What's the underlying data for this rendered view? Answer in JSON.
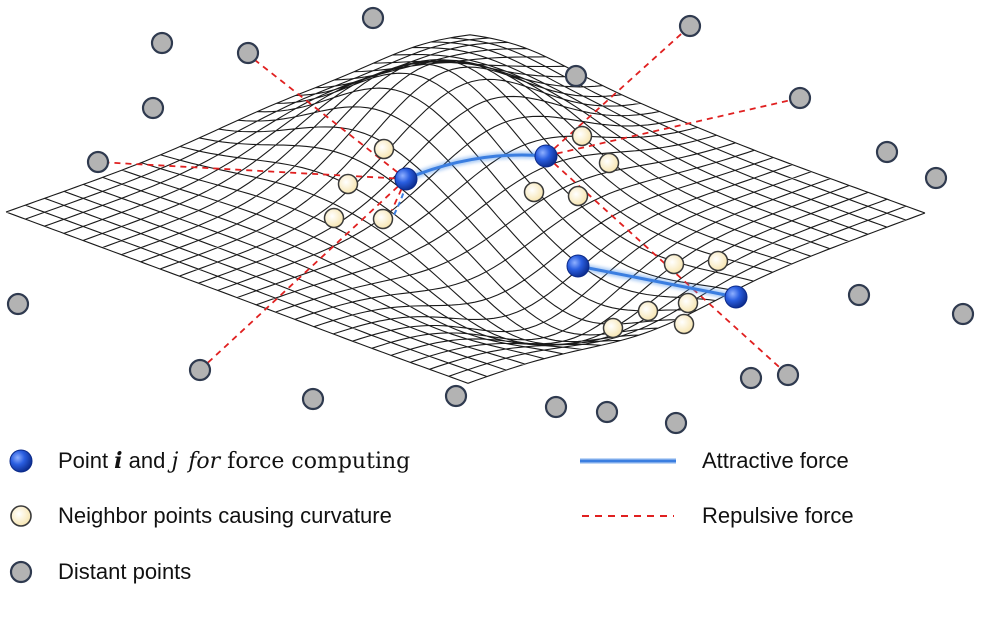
{
  "colors": {
    "mesh": "#1a1a1a",
    "distant_fill": "#b3b3b3",
    "distant_stroke": "#2f3a4f",
    "neighbor_fill": "#fdf1c9",
    "neighbor_stroke": "#3a3a3a",
    "core_fill": "#1f4fd6",
    "attractive": "#4a8fe8",
    "repulsive": "#e02020"
  },
  "icons": {
    "core": "blue-sphere-icon",
    "neighbor": "cream-circle-icon",
    "distant": "gray-circle-icon"
  },
  "legend": {
    "core_point": {
      "prefix": "Point ",
      "sym_i": "i",
      "and": " and ",
      "sym_j": "j",
      "for": "for",
      "suffix": " force computing"
    },
    "neighbor_points": "Neighbor points causing curvature",
    "distant_points": "Distant points",
    "attractive_force": "Attractive force",
    "repulsive_force": "Repulsive force"
  }
}
